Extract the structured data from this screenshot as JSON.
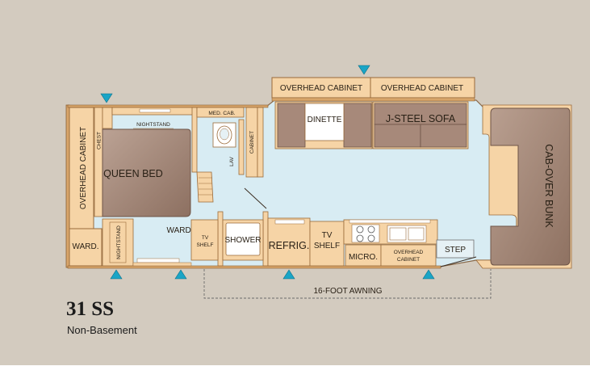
{
  "model": {
    "name": "31 SS",
    "subtitle": "Non-Basement"
  },
  "labels": {
    "overhead_cabinet_left": "OVERHEAD CABINET",
    "chest": "CHEST",
    "nightstand_top": "NIGHTSTAND",
    "queen_bed": "QUEEN BED",
    "nightstand_bottom": "NIGHTSTAND",
    "ward_left": "WARD.",
    "ward_center": "WARD.",
    "med_cab": "MED. CAB.",
    "lav": "LAV",
    "cabinet": "CABINET",
    "tv_shelf_1_line1": "TV",
    "tv_shelf_1_line2": "SHELF",
    "shower": "SHOWER",
    "refrig": "REFRIG.",
    "tv_shelf_2_line1": "TV",
    "tv_shelf_2_line2": "SHELF",
    "micro": "MICRO.",
    "overhead_cabinet_small_line1": "OVERHEAD",
    "overhead_cabinet_small_line2": "CABINET",
    "step": "STEP",
    "overhead_cabinet_top_1": "OVERHEAD CABINET",
    "overhead_cabinet_top_2": "OVERHEAD CABINET",
    "dinette": "DINETTE",
    "j_steel_sofa": "J-STEEL SOFA",
    "cab_over_bunk": "CAB-OVER BUNK",
    "awning": "16-FOOT AWNING"
  },
  "colors": {
    "page_bg": "#d3cbbf",
    "floor": "#d8ecf3",
    "cabinet": "#f6d4a6",
    "cabinet_stroke": "#9a6a3a",
    "furniture": "#a7897a",
    "furniture_stroke": "#6e5447",
    "marker": "#1aa5c6"
  }
}
